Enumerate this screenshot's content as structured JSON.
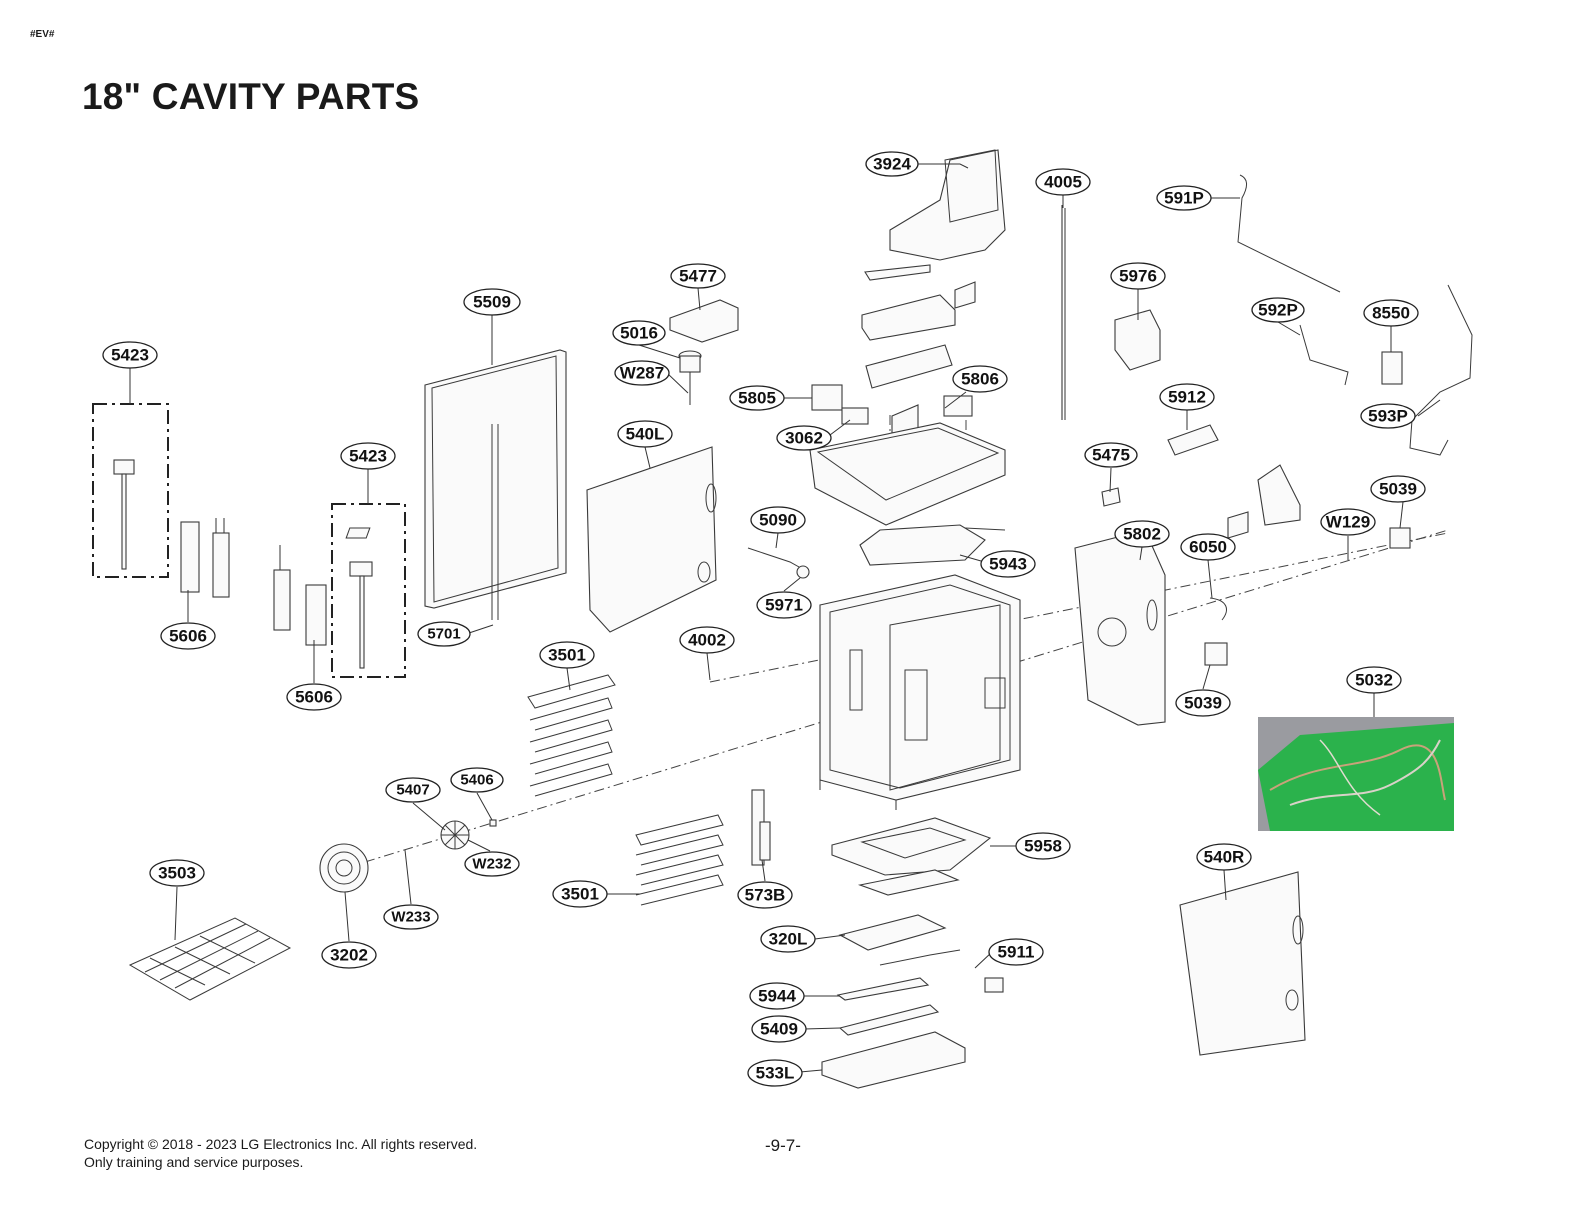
{
  "header": {
    "tag": "#EV#",
    "title": "18\" CAVITY PARTS"
  },
  "footer": {
    "copyright_line1": "Copyright © 2018 - 2023 LG Electronics Inc. All rights reserved.",
    "copyright_line2": "Only training and service purposes.",
    "page_number": "-9-7-"
  },
  "callouts": {
    "c3924": "3924",
    "c4005": "4005",
    "c591P": "591P",
    "c5477": "5477",
    "c5509": "5509",
    "c5976": "5976",
    "c592P": "592P",
    "c8550": "8550",
    "c5016": "5016",
    "c5423a": "5423",
    "cW287": "W287",
    "c5805": "5805",
    "c5806": "5806",
    "c5912": "5912",
    "c593P": "593P",
    "c540L": "540L",
    "c3062": "3062",
    "c5423b": "5423",
    "c5475": "5475",
    "c5039a": "5039",
    "c5090": "5090",
    "c5802": "5802",
    "cW129": "W129",
    "c6050": "6050",
    "c5943": "5943",
    "c5971": "5971",
    "c5606a": "5606",
    "c5701": "5701",
    "c4002": "4002",
    "c3501a": "3501",
    "c5032": "5032",
    "c5606b": "5606",
    "c5039b": "5039",
    "c5406": "5406",
    "c5407": "5407",
    "c5958": "5958",
    "c540R": "540R",
    "cW232": "W232",
    "c3503": "3503",
    "c3501b": "3501",
    "c573B": "573B",
    "cW233": "W233",
    "c320L": "320L",
    "c5911": "5911",
    "c3202": "3202",
    "c5944": "5944",
    "c5409": "5409",
    "c533L": "533L"
  },
  "photo_colors": {
    "board": "#2bb24c",
    "surround": "#9a9ba0"
  }
}
